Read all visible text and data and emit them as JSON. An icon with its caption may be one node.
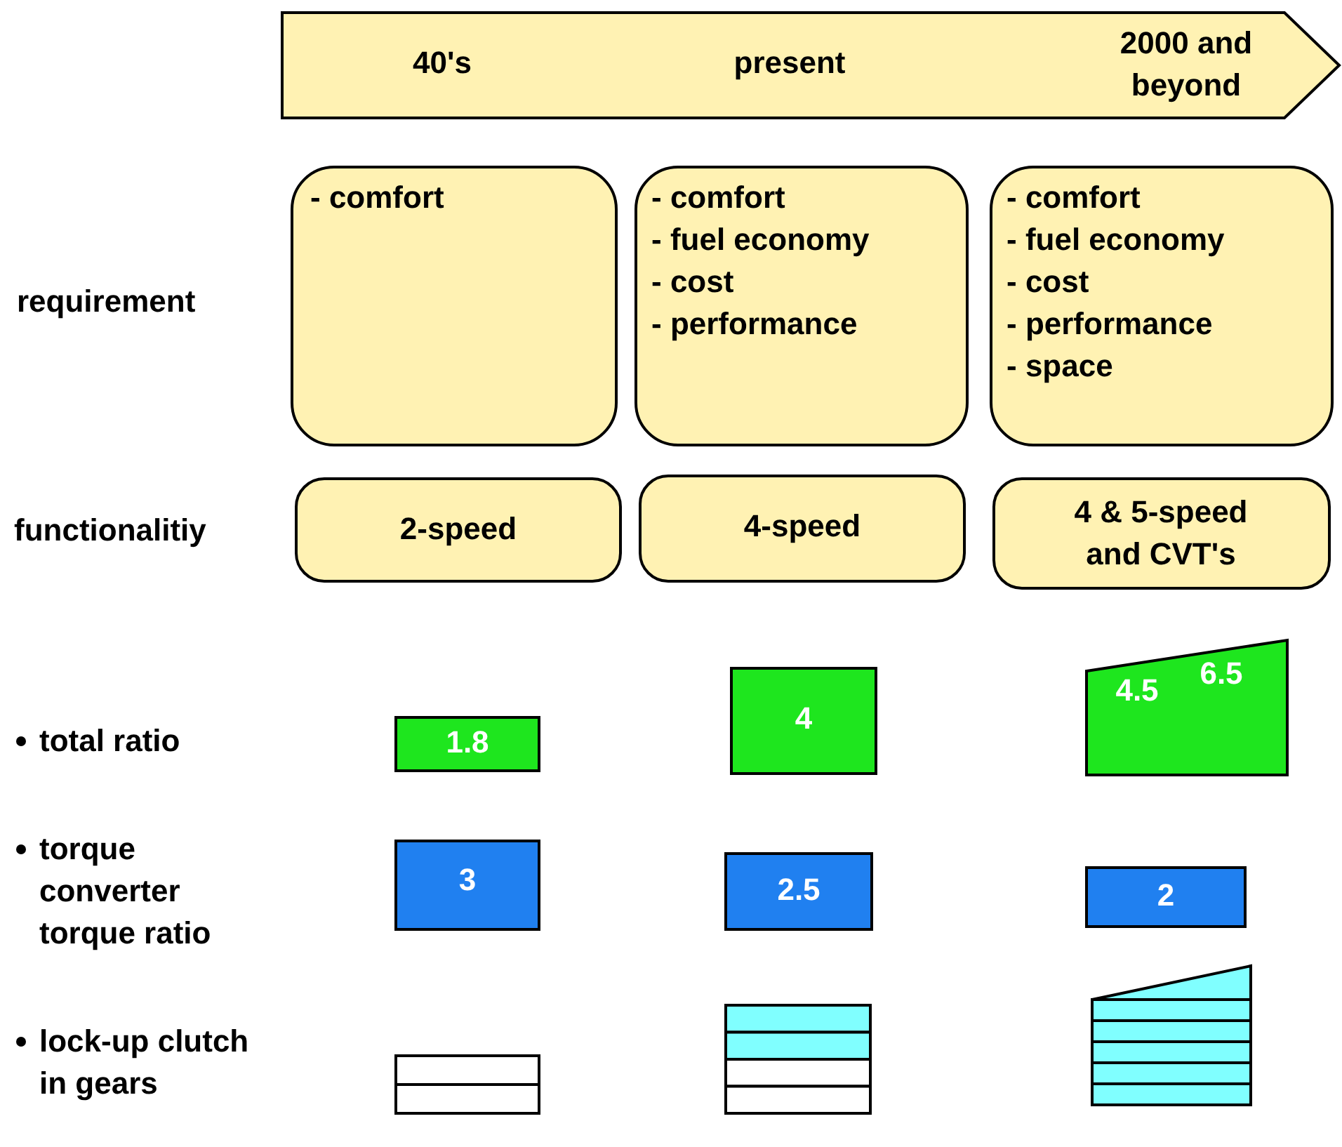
{
  "diagram": {
    "nodes": [
      {
        "text": [
          "40's",
          "present",
          "2000 and beyond"
        ]
      },
      {
        "text": [
          "- comfort"
        ]
      },
      {
        "text": [
          "- comfort",
          "- fuel economy",
          "- cost",
          "- performance"
        ]
      },
      {
        "text": [
          "- comfort",
          "- fuel economy",
          "- cost",
          "- performance",
          "- space"
        ]
      },
      {
        "text": [
          "2-speed"
        ]
      },
      {
        "text": [
          "4-speed"
        ]
      },
      {
        "text": [
          "4 & 5-speed and CVT's"
        ]
      },
      {
        "text": [
          "1.8"
        ]
      },
      {
        "text": [
          "4"
        ]
      },
      {
        "text": [
          "4.5",
          "6.5"
        ]
      },
      {
        "text": [
          "3"
        ]
      },
      {
        "text": [
          "2.5"
        ]
      },
      {
        "text": [
          "2"
        ]
      },
      {
        "text": [],
        "shape": "bar"
      },
      {
        "text": [],
        "shape": "bar"
      },
      {
        "text": [],
        "shape": "bar"
      }
    ],
    "labels": [
      "requirement",
      "functionalitiy",
      "total ratio",
      "torque converter torque ratio",
      "lock-up clutch in gears"
    ]
  }
}
